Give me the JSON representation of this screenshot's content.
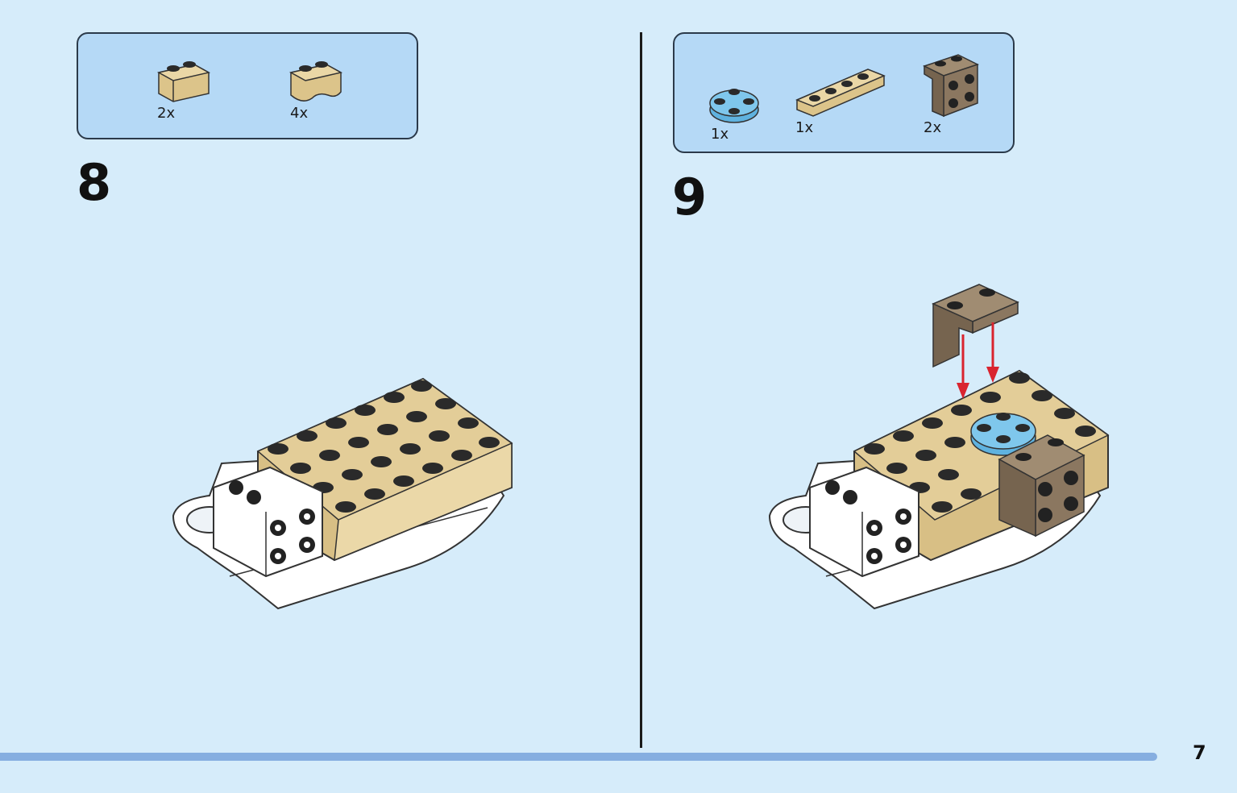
{
  "step8": {
    "number": "8",
    "parts": [
      {
        "qty": "2x",
        "icon": "tan-brick-1x2-icon"
      },
      {
        "qty": "4x",
        "icon": "tan-brick-1x2-curved-icon"
      }
    ]
  },
  "step9": {
    "number": "9",
    "parts": [
      {
        "qty": "1x",
        "icon": "blue-round-plate-2x2-icon"
      },
      {
        "qty": "1x",
        "icon": "tan-plate-1x4-icon"
      },
      {
        "qty": "2x",
        "icon": "brown-bracket-icon"
      }
    ]
  },
  "page": {
    "number": "7"
  },
  "colors": {
    "background": "#d6ecfa",
    "parts_box": "#b5d9f6",
    "tan": "#dcc48a",
    "brown": "#8b7760",
    "blue": "#6ec0e8",
    "arrow": "#d9242f",
    "progress": "#86aee0"
  }
}
